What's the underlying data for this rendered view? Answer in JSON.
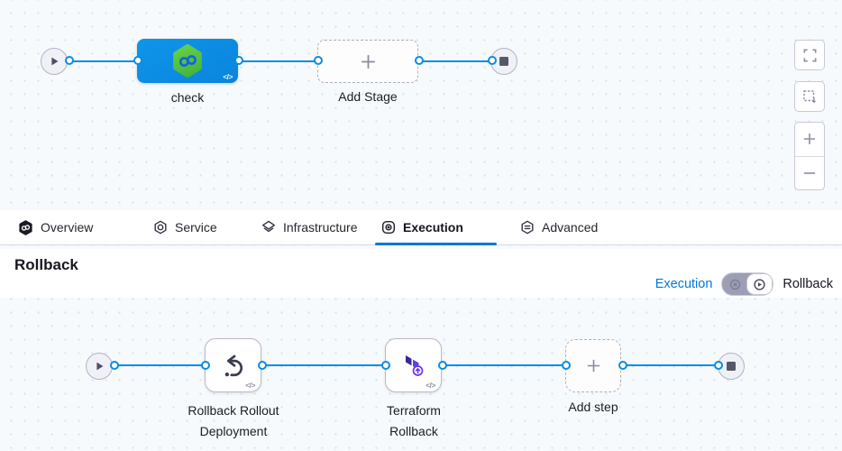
{
  "top_pipeline": {
    "stage_name": "check",
    "add_stage_label": "Add Stage",
    "code_badge": "</>"
  },
  "tabs": {
    "items": [
      {
        "label": "Overview"
      },
      {
        "label": "Service"
      },
      {
        "label": "Infrastructure"
      },
      {
        "label": "Execution"
      },
      {
        "label": "Advanced"
      }
    ],
    "active_tab": "Execution"
  },
  "rollback_section": {
    "heading": "Rollback",
    "execution_link": "Execution",
    "rollback_label": "Rollback"
  },
  "bottom_pipeline": {
    "steps": [
      {
        "line1": "Rollback Rollout",
        "line2": "Deployment"
      },
      {
        "line1": "Terraform",
        "line2": "Rollback"
      }
    ],
    "add_step_label": "Add step",
    "code_badge": "</>"
  },
  "colors": {
    "edge_blue": "#0A8CE2",
    "stage_blue": "#0C8FE6",
    "harness_green": "#4BC63F",
    "link_blue": "#0278D5",
    "terraform_purple": "#5B45E0"
  }
}
